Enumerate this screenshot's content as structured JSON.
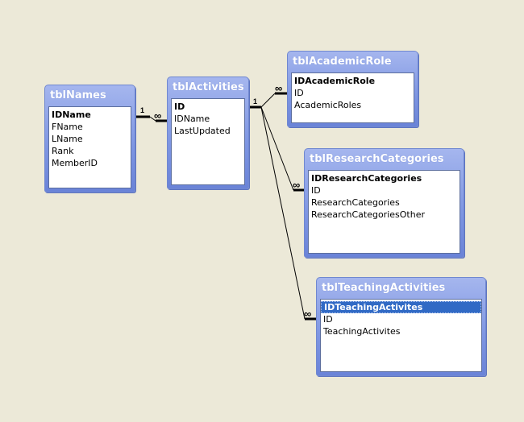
{
  "tables": {
    "names": {
      "title": "tblNames",
      "fields": [
        "IDName",
        "FName",
        "LName",
        "Rank",
        "MemberID"
      ]
    },
    "activities": {
      "title": "tblActivities",
      "fields": [
        "ID",
        "IDName",
        "LastUpdated"
      ]
    },
    "academic_role": {
      "title": "tblAcademicRole",
      "fields": [
        "IDAcademicRole",
        "ID",
        "AcademicRoles"
      ]
    },
    "research_categories": {
      "title": "tblResearchCategories",
      "fields": [
        "IDResearchCategories",
        "ID",
        "ResearchCategories",
        "ResearchCategoriesOther"
      ]
    },
    "teaching_activities": {
      "title": "tblTeachingActivities",
      "fields": [
        "IDTeachingActivites",
        "ID",
        "TeachingActivites"
      ]
    }
  },
  "relationships": {
    "one_label": "1",
    "many_label": "∞"
  },
  "colors": {
    "background": "#ECE9D8",
    "title_bar": "#7D95E2",
    "selected_row": "#316AC5"
  }
}
